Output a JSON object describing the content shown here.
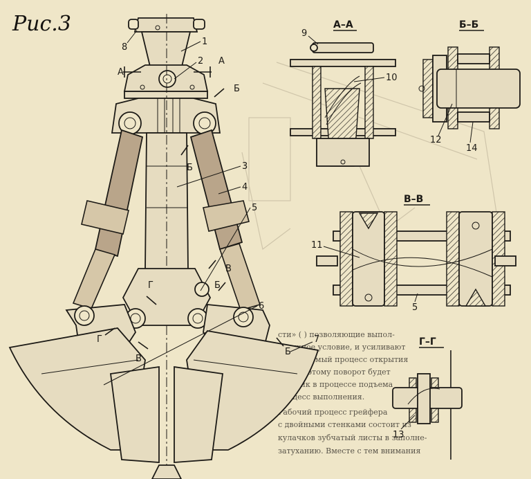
{
  "figure_title": "Рис.3",
  "sections": {
    "aa": "А–А",
    "bb": "Б–Б",
    "vv": "В–В",
    "gg": "Г–Г"
  },
  "cut_marks": {
    "a_left": "А",
    "a_right": "А",
    "b1": "Б",
    "b2": "Б",
    "b3": "Б",
    "b4": "Б",
    "v1": "В",
    "v2": "В",
    "g1": "Г",
    "g2": "Г"
  },
  "callouts": {
    "n1": "1",
    "n2": "2",
    "n3": "3",
    "n4": "4",
    "n5": "5",
    "n6": "6",
    "n7": "7",
    "n8": "8",
    "n9": "9",
    "n10": "10",
    "n11": "11",
    "n12": "12",
    "n13": "13",
    "n14": "14",
    "n5b": "5"
  },
  "background_text": [
    "сти» (  ) позволяющие выпол-",
    "и важное условие, и усиливают",
    "управляемый процесс открытия",
    "ках. Поэтому поворот будет",
    "грузчик в процессе подъема",
    "процесс выполнения.",
    "Рабочий процесс грейфера",
    "с двойными стенками состоит из",
    "кулачков зубчатый листы в заполне-",
    "затуханию. Вместе с тем внимания"
  ],
  "colors": {
    "paper": "#efe6c8",
    "ink": "#1c1a16",
    "cylinder": "#b9a58a"
  }
}
